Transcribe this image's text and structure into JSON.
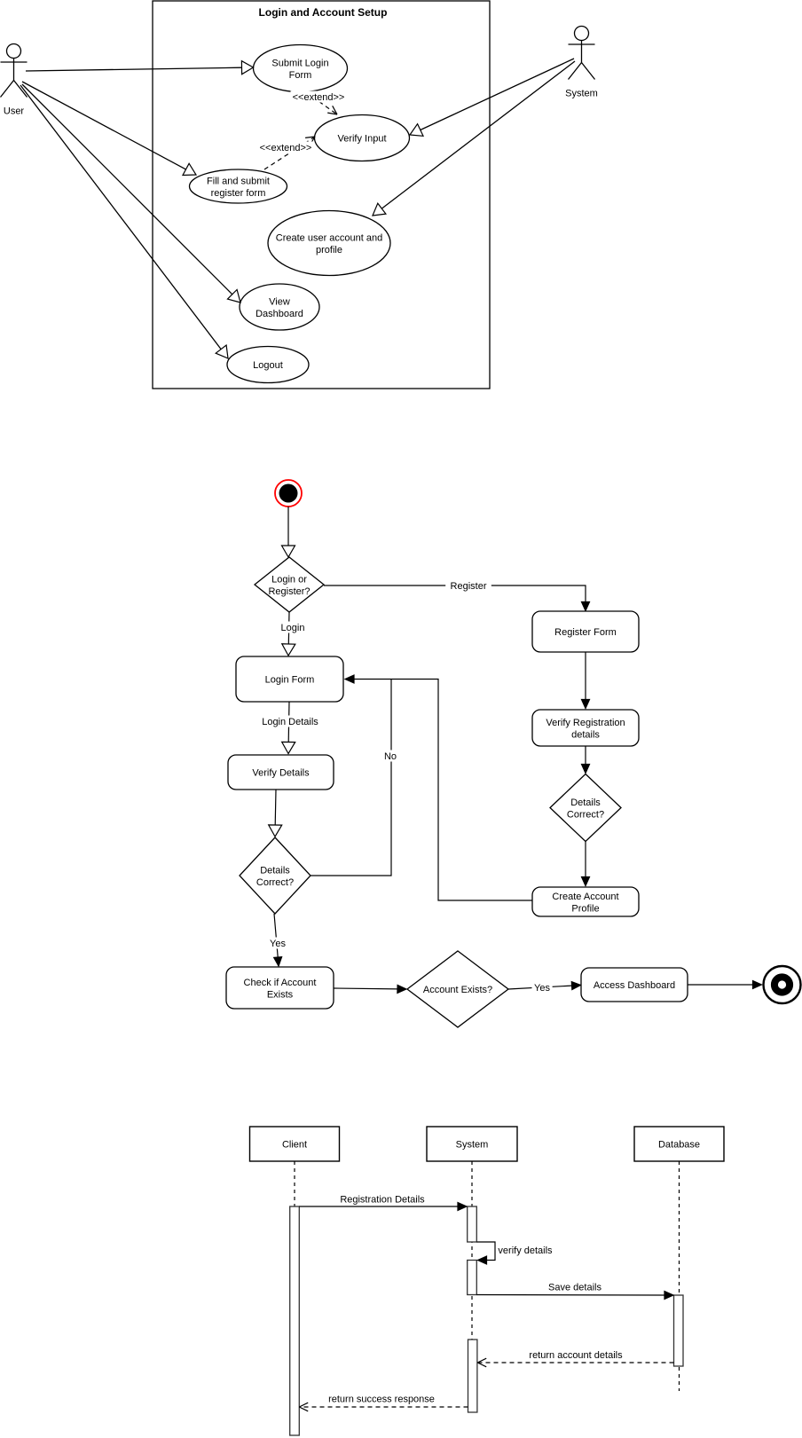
{
  "colors": {
    "stroke": "#000000",
    "fill": "#ffffff",
    "start_node_ring": "#ff0000",
    "start_node_fill": "#000000"
  },
  "diagrams": {
    "use_case": {
      "title": "Login and Account Setup",
      "actors": [
        {
          "label": "User"
        },
        {
          "label": "System"
        }
      ],
      "use_cases": [
        {
          "lines": [
            "Submit Login",
            "Form"
          ]
        },
        {
          "lines": [
            "Verify Input"
          ]
        },
        {
          "lines": [
            "Fill and submit",
            "register form"
          ]
        },
        {
          "lines": [
            "Create user account and",
            "profile"
          ]
        },
        {
          "lines": [
            "View",
            "Dashboard"
          ]
        },
        {
          "lines": [
            "Logout"
          ]
        }
      ],
      "stereotypes": [
        {
          "label": "<<extend>>"
        },
        {
          "label": "<<extend>>"
        }
      ]
    },
    "activity": {
      "actions": [
        {
          "lines": [
            "Login Form"
          ]
        },
        {
          "lines": [
            "Verify Details"
          ]
        },
        {
          "lines": [
            "Check if Account",
            "Exists"
          ]
        },
        {
          "lines": [
            "Access Dashboard"
          ]
        },
        {
          "lines": [
            "Register Form"
          ]
        },
        {
          "lines": [
            "Verify Registration",
            "details"
          ]
        },
        {
          "lines": [
            "Create Account",
            "Profile"
          ]
        }
      ],
      "decisions": [
        {
          "lines": [
            "Login or",
            "Register?"
          ]
        },
        {
          "lines": [
            "Details",
            "Correct?"
          ]
        },
        {
          "lines": [
            "Details",
            "Correct?"
          ]
        },
        {
          "lines": [
            "Account Exists?"
          ]
        }
      ],
      "edge_labels": [
        {
          "label": "Login"
        },
        {
          "label": "Register"
        },
        {
          "label": "Login Details"
        },
        {
          "label": "No"
        },
        {
          "label": "Yes"
        },
        {
          "label": "Yes"
        }
      ]
    },
    "sequence": {
      "participants": [
        {
          "label": "Client"
        },
        {
          "label": "System"
        },
        {
          "label": "Database"
        }
      ],
      "messages": [
        {
          "label": "Registration Details"
        },
        {
          "label": "verify details"
        },
        {
          "label": "Save details"
        },
        {
          "label": "return account details"
        },
        {
          "label": "return success response"
        }
      ]
    }
  }
}
